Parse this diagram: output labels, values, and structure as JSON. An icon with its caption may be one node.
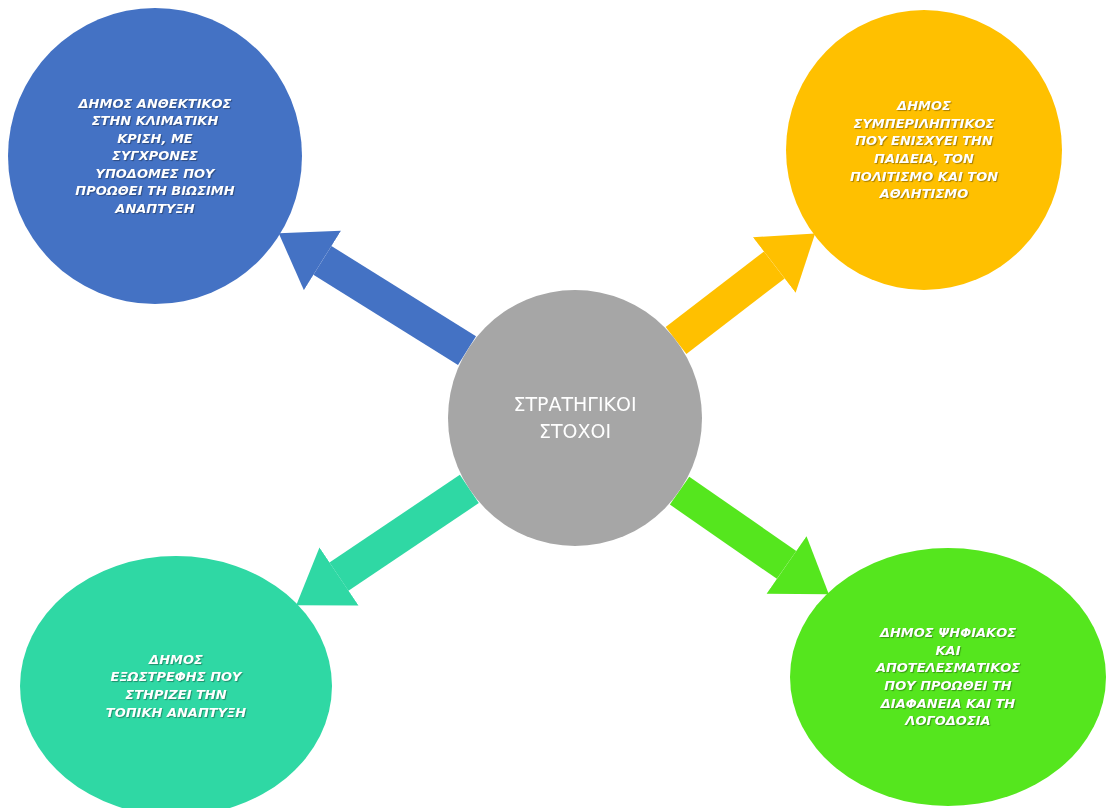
{
  "diagram": {
    "nodes": [
      {
        "text": [
          "ΣΤΡΑΤΗΓΙΚΟΙ ΣΤΟΧΟΙ"
        ]
      },
      {
        "text": [
          "ΔΗΜΟΣ ΑΝΘΕΚΤΙΚΟΣ ΣΤΗΝ ΚΛΙΜΑΤΙΚΗ ΚΡΙΣΗ, ΜΕ ΣΥΓΧΡΟΝΕΣ ΥΠΟΔΟΜΕΣ ΠΟΥ ΠΡΟΩΘΕΙ ΤΗ ΒΙΩΣΙΜΗ ΑΝΑΠΤΥΞΗ"
        ]
      },
      {
        "text": [
          "ΔΗΜΟΣ ΣΥΜΠΕΡΙΛΗΠΤΙΚΟΣ ΠΟΥ ΕΝΙΣΧΥΕΙ ΤΗΝ ΠΑΙΔΕΙΑ, ΤΟΝ ΠΟΛΙΤΙΣΜΟ ΚΑΙ ΤΟΝ ΑΘΛΗΤΙΣΜΟ"
        ]
      },
      {
        "text": [
          "ΔΗΜΟΣ ΕΞΩΣΤΡΕΦΗΣ ΠΟΥ ΣΤΗΡΙΖΕΙ ΤΗΝ ΤΟΠΙΚΗ ΑΝΑΠΤΥΞΗ"
        ]
      },
      {
        "text": [
          "ΔΗΜΟΣ ΨΗΦΙΑΚΟΣ ΚΑΙ ΑΠΟΤΕΛΕΣΜΑΤΙΚΟΣ ΠΟΥ ΠΡΟΩΘΕΙ ΤΗ ΔΙΑΦΑΝΕΙΑ ΚΑΙ ΤΗ ΛΟΓΟΔΟΣΙΑ"
        ]
      }
    ],
    "edges": [
      {
        "from": 0,
        "to": 1,
        "arrow": "to",
        "color": "#4472c4"
      },
      {
        "from": 0,
        "to": 2,
        "arrow": "to",
        "color": "#ffc000"
      },
      {
        "from": 0,
        "to": 3,
        "arrow": "to",
        "color": "#2fd8a4"
      },
      {
        "from": 0,
        "to": 4,
        "arrow": "to",
        "color": "#55e61e"
      }
    ]
  }
}
